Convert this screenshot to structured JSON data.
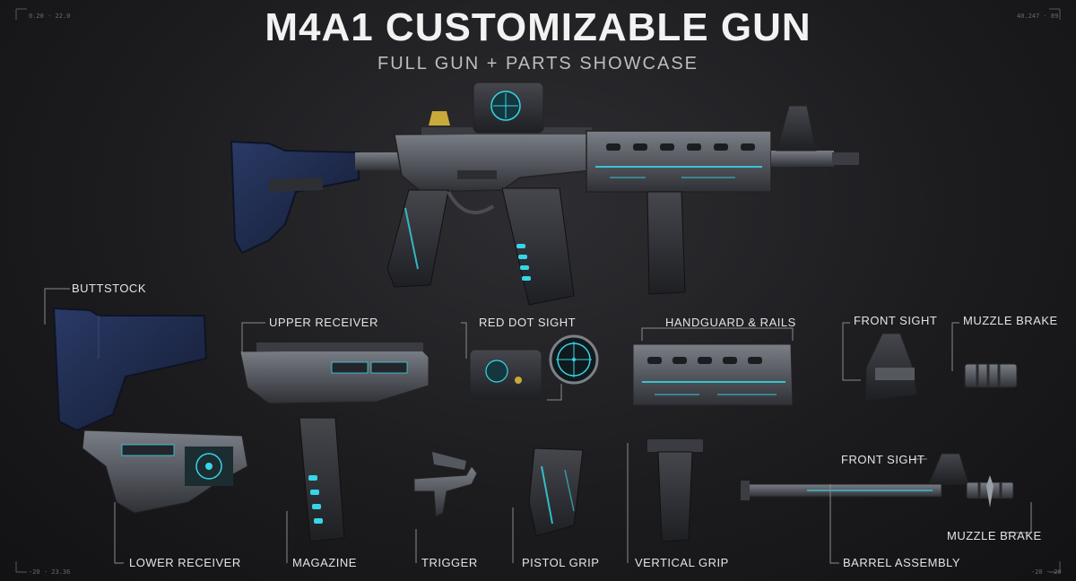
{
  "header": {
    "title": "M4A1 CUSTOMIZABLE GUN",
    "subtitle": "FULL GUN + PARTS SHOWCASE"
  },
  "corners": {
    "top_left": "0.20 · 22.0",
    "top_right": "40.247 · 89",
    "bottom_left": "-20 · 23.36",
    "bottom_right": "-20 · 20"
  },
  "parts": {
    "buttstock": "BUTTSTOCK",
    "upper_receiver": "UPPER RECEIVER",
    "red_dot_sight": "RED DOT SIGHT",
    "handguard_rails": "HANDGUARD & RAILS",
    "front_sight_top": "FRONT SIGHT",
    "muzzle_brake_top": "MUZZLE BRAKE",
    "lower_receiver": "LOWER RECEIVER",
    "magazine": "MAGAZINE",
    "trigger": "TRIGGER",
    "pistol_grip": "PISTOL GRIP",
    "vertical_grip": "VERTICAL GRIP",
    "front_sight_barrel": "FRONT SIGHT",
    "barrel_assembly": "BARREL ASSEMBLY",
    "muzzle_brake_barrel": "MUZZLE BRAKE"
  },
  "colors": {
    "metal": "#5c5f66",
    "metal_dark": "#34363b",
    "stock_blue": "#1f2a48",
    "accent_cyan": "#36d6e8",
    "line": "#8a8a8a"
  }
}
